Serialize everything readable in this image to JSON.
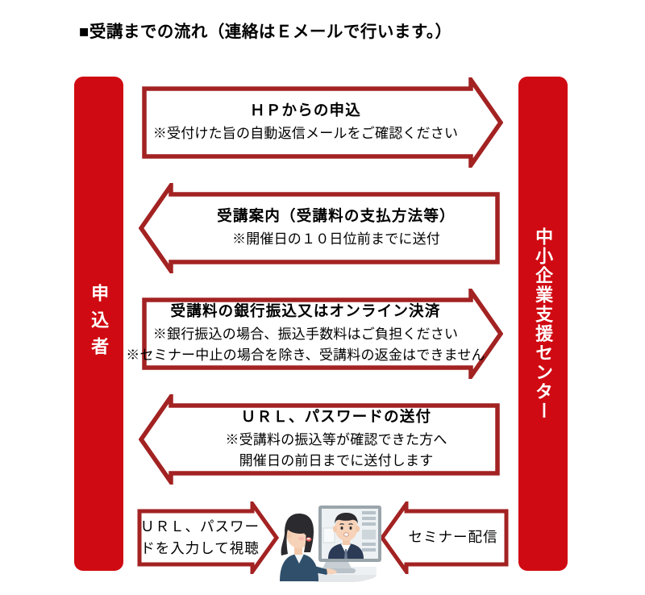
{
  "page": {
    "title": "■受講までの流れ（連絡はＥメールで行います。）",
    "background_color": "#ffffff"
  },
  "colors": {
    "column_fill": "#D00A12",
    "column_text": "#ffffff",
    "arrow_stroke": "#A32222",
    "arrow_fill": "#ffffff",
    "body_text": "#000000"
  },
  "columns": {
    "left": {
      "label": "申込者",
      "role": "applicant"
    },
    "right": {
      "label": "中小企業支援センター",
      "role": "support-center"
    }
  },
  "flow": {
    "steps": [
      {
        "id": "step-1",
        "direction": "right",
        "from": "申込者",
        "to": "中小企業支援センター",
        "heading": "ＨＰからの申込",
        "notes": [
          "※受付けた旨の自動返信メールをご確認ください"
        ]
      },
      {
        "id": "step-2",
        "direction": "left",
        "from": "中小企業支援センター",
        "to": "申込者",
        "heading": "受講案内（受講料の支払方法等）",
        "notes": [
          "※開催日の１０日位前までに送付"
        ]
      },
      {
        "id": "step-3",
        "direction": "right",
        "from": "申込者",
        "to": "中小企業支援センター",
        "heading": "受講料の銀行振込又はオンライン決済",
        "notes": [
          "※銀行振込の場合、振込手数料はご負担ください",
          "※セミナー中止の場合を除き、受講料の返金はできません"
        ]
      },
      {
        "id": "step-4",
        "direction": "left",
        "from": "中小企業支援センター",
        "to": "申込者",
        "heading": "ＵＲＬ、パスワードの送付",
        "notes": [
          "※受講料の振込等が確認できた方へ",
          "開催日の前日までに送付します"
        ]
      },
      {
        "id": "step-5",
        "direction": "right",
        "from": "申込者",
        "to": "配信画面",
        "lines": [
          "ＵＲＬ、パスワー",
          "ドを入力して視聴"
        ]
      },
      {
        "id": "step-6",
        "direction": "left",
        "from": "中小企業支援センター",
        "to": "配信画面",
        "lines": [
          "セミナー配信"
        ]
      }
    ]
  },
  "illustration": {
    "name": "online-seminar-viewer",
    "description": "女性がパソコンのモニターに映る男性のセミナーを視聴しているイラスト",
    "colors": {
      "hair": "#2b2a2e",
      "skin": "#f6d2b8",
      "woman_clothes": "#2f4f6b",
      "monitor_frame": "#9aa5ab",
      "monitor_screen": "#e8edf0",
      "suit": "#2b3a55",
      "desk": "#d8dde0"
    }
  }
}
